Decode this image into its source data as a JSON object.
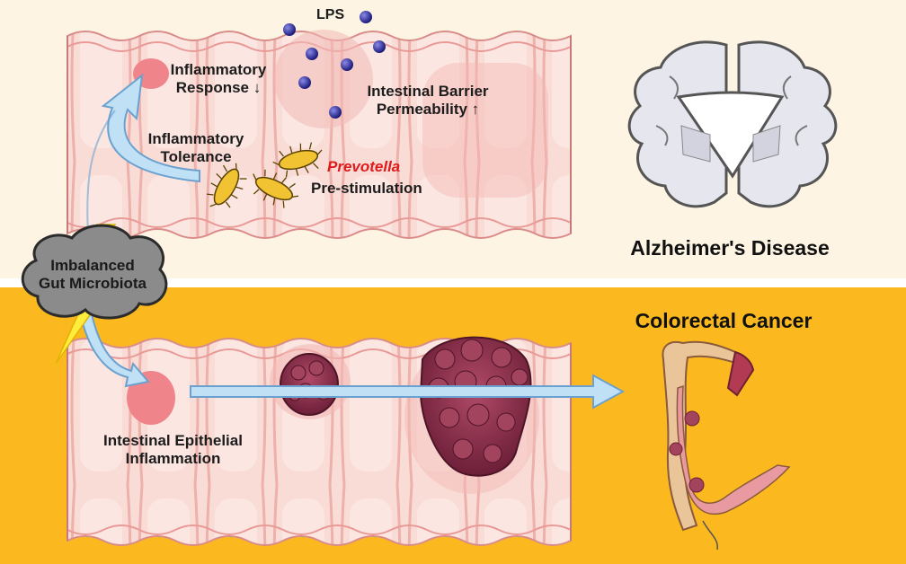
{
  "top_panel": {
    "lps_label": "LPS",
    "inflammatory_response_line1": "Inflammatory",
    "inflammatory_response_line2": "Response ↓",
    "barrier_line1": "Intestinal Barrier",
    "barrier_line2": "Permeability ↑",
    "tolerance_line1": "Inflammatory",
    "tolerance_line2": "Tolerance",
    "prevotella_label": "Prevotella",
    "prestimulation_label": "Pre-stimulation",
    "disease_label": "Alzheimer's Disease"
  },
  "cloud": {
    "line1": "Imbalanced",
    "line2": "Gut Microbiota"
  },
  "bottom_panel": {
    "disease_label": "Colorectal Cancer",
    "inflammation_line1": "Intestinal Epithelial",
    "inflammation_line2": "Inflammation"
  },
  "colors": {
    "top_background": "#fdf4e3",
    "bottom_background": "#fbb91f",
    "tissue": "#f9dcd6",
    "tissue_outline": "#e99a97",
    "inflamed_spot": "#ef858a",
    "tumor": "#8f2f4d",
    "lps_dot": "#2a2a8f",
    "prevotella": "#f1c232",
    "arrow_fill": "#bfe0f5",
    "arrow_stroke": "#6aa1cf",
    "prevotella_text": "#e01b1b"
  }
}
